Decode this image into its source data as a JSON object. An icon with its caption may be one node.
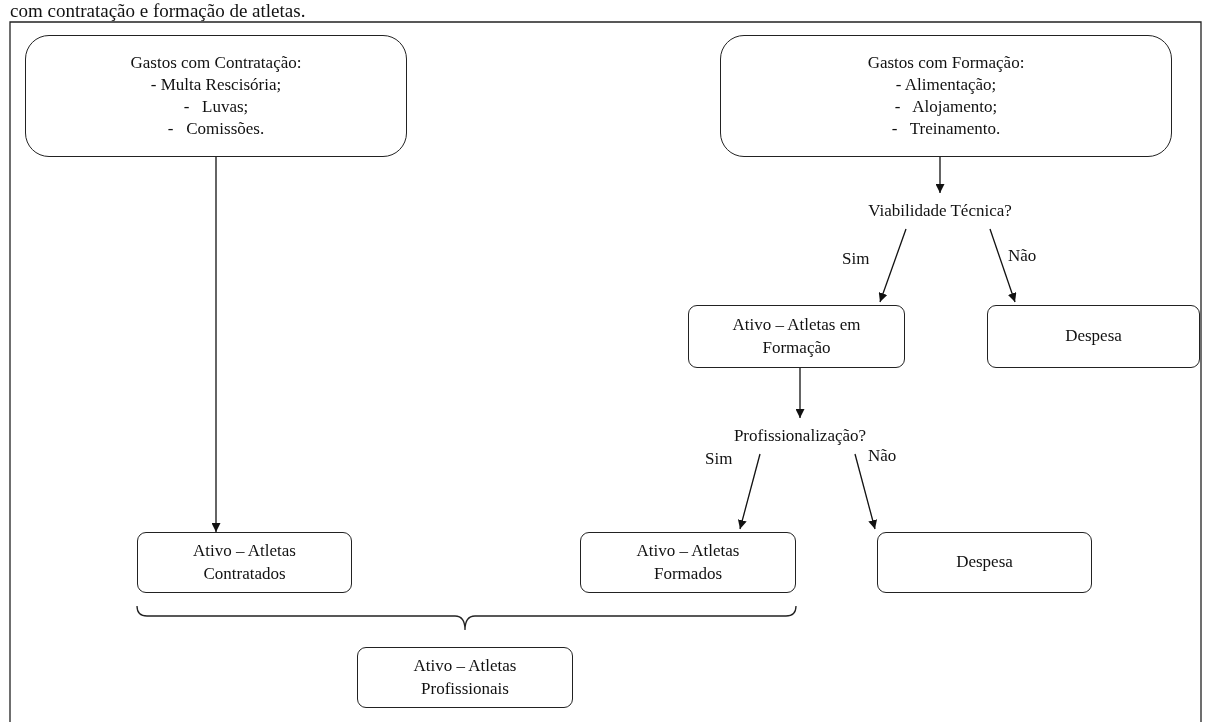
{
  "diagram": {
    "nodes": [
      {
        "text": [
          "Gastos com Contratação:",
          "- Multa Rescisória;",
          "-   Luvas;",
          "-   Comissões."
        ]
      },
      {
        "text": [
          "Gastos com Formação:",
          "- Alimentação;",
          "-   Alojamento;",
          "-   Treinamento."
        ]
      },
      {
        "text": [
          "Viabilidade Técnica?"
        ]
      },
      {
        "text": [
          "Ativo – Atletas em Formação"
        ]
      },
      {
        "text": [
          "Despesa"
        ]
      },
      {
        "text": [
          "Profissionalização?"
        ]
      },
      {
        "text": [
          "Ativo – Atletas Contratados"
        ]
      },
      {
        "text": [
          "Ativo – Atletas Formados"
        ]
      },
      {
        "text": [
          "Despesa"
        ]
      },
      {
        "text": [
          "Ativo – Atletas Profissionais"
        ]
      }
    ],
    "edges": [
      {
        "from": 0,
        "to": 6,
        "arrow": "to"
      },
      {
        "from": 1,
        "to": 2,
        "arrow": "to"
      },
      {
        "from": 2,
        "to": 3,
        "arrow": "to",
        "label": "Sim"
      },
      {
        "from": 2,
        "to": 4,
        "arrow": "to",
        "label": "Não"
      },
      {
        "from": 3,
        "to": 5,
        "arrow": "to"
      },
      {
        "from": 5,
        "to": 7,
        "arrow": "to",
        "label": "Sim"
      },
      {
        "from": 5,
        "to": 8,
        "arrow": "to",
        "label": "Não"
      }
    ],
    "labels": [
      "com contratação e formação de atletas."
    ]
  }
}
